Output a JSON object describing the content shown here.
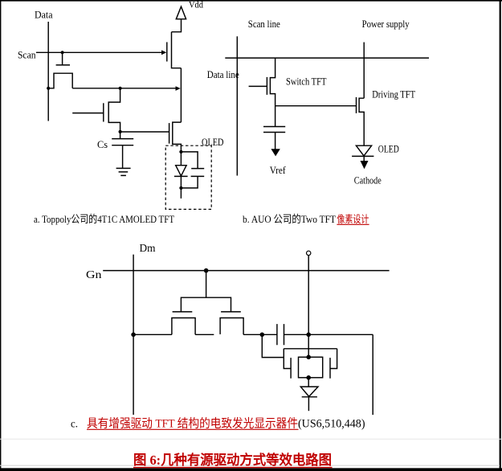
{
  "page": {
    "background": "#ffffff",
    "line_color": "#000000",
    "border_color": "#000000",
    "accent_red": "#c00000"
  },
  "circuit_a": {
    "labels": {
      "data": "Data",
      "scan": "Scan",
      "vdd": "Vdd",
      "cs": "Cs",
      "oled": "OLED"
    },
    "caption": "a. Toppoly公司的4T1C AMOLED TFT"
  },
  "circuit_b": {
    "labels": {
      "scan_line": "Scan line",
      "power_supply": "Power supply",
      "data_line": "Data line",
      "switch_tft": "Switch TFT",
      "driving_tft": "Driving TFT",
      "oled": "OLED",
      "vref": "Vref",
      "cathode": "Cathode"
    },
    "caption_black": "b. AUO 公司的Two TFT ",
    "caption_red": "像素设计"
  },
  "circuit_c": {
    "labels": {
      "dm": "Dm",
      "gn": "Gn"
    },
    "caption_prefix": "c.",
    "caption_red": "具有增强驱动 TFT 结构的电致发光显示器件",
    "caption_suffix": "(US6,510,448)"
  },
  "figure_caption": "图 6:几种有源驱动方式等效电路图"
}
